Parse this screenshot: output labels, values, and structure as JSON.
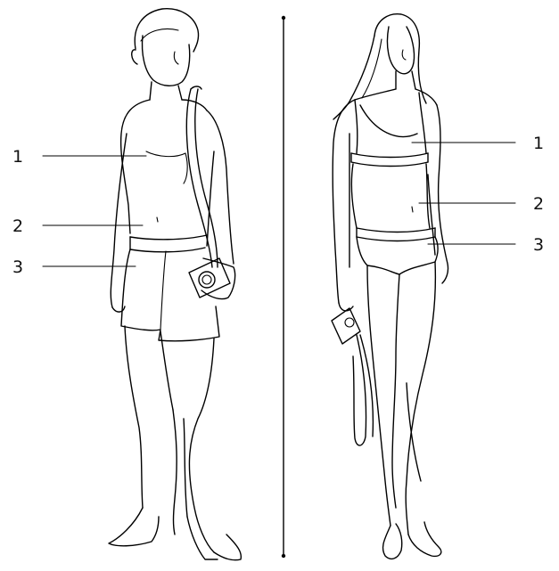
{
  "figures": [
    {
      "side": "left",
      "callouts": [
        {
          "num": "1"
        },
        {
          "num": "2"
        },
        {
          "num": "3"
        }
      ]
    },
    {
      "side": "right",
      "callouts": [
        {
          "num": "1"
        },
        {
          "num": "2"
        },
        {
          "num": "3"
        }
      ]
    }
  ],
  "line_color": "#000000",
  "background": "#ffffff"
}
